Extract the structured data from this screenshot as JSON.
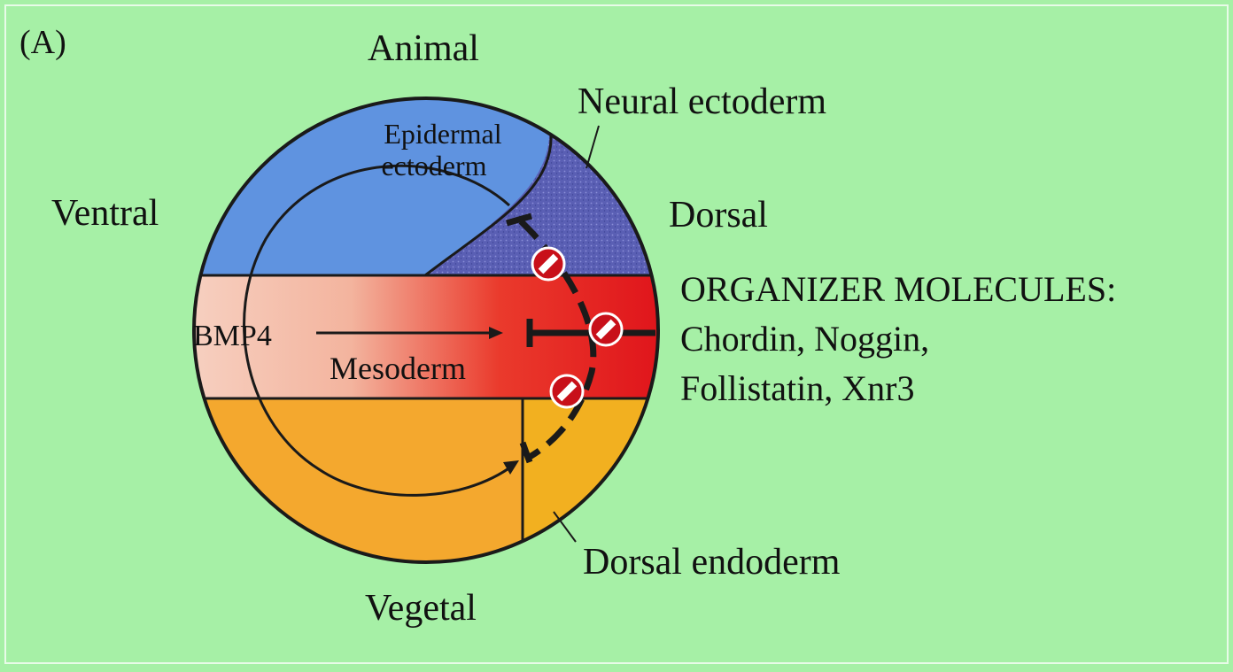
{
  "panel_label": "(A)",
  "orientation": {
    "top": "Animal",
    "bottom": "Vegetal",
    "left": "Ventral",
    "right": "Dorsal"
  },
  "regions": {
    "epidermal_ectoderm": [
      "Epidermal",
      "ectoderm"
    ],
    "neural_ectoderm": "Neural ectoderm",
    "mesoderm": "Mesoderm",
    "dorsal_endoderm": "Dorsal endoderm"
  },
  "signal": "BMP4",
  "organizer": {
    "heading": "ORGANIZER MOLECULES:",
    "lines": [
      "Chordin, Noggin,",
      "Follistatin, Xnr3"
    ]
  },
  "colors": {
    "background": "#a6f0a6",
    "epidermal_blue": "#5f93e0",
    "neural_purple": "#5a5fb4",
    "mesoderm_light": "#f5c9b8",
    "mesoderm_red": "#e0141b",
    "endoderm_orange": "#f4a82e",
    "outline": "#1a1a1a"
  }
}
